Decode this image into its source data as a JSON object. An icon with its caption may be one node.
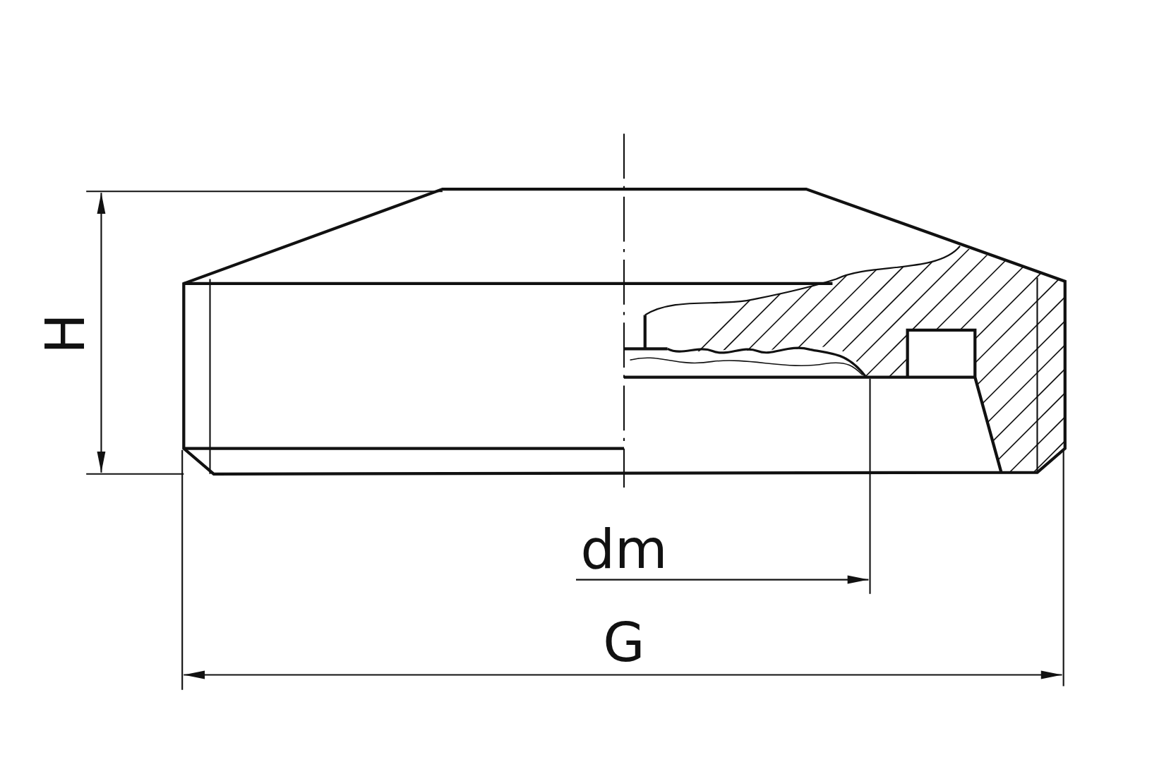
{
  "diagram": {
    "labels": [
      "H",
      "dm",
      "G"
    ]
  }
}
